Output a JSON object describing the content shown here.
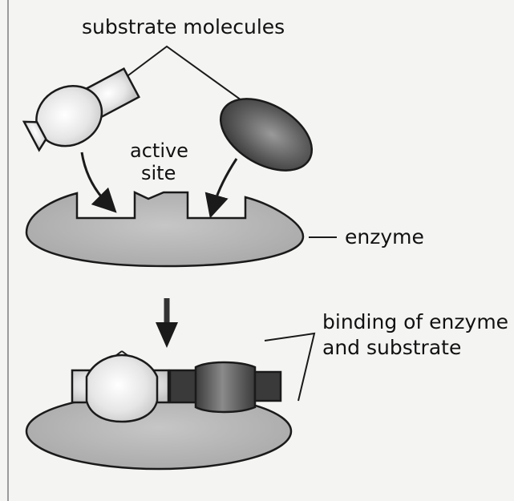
{
  "labels": {
    "substrate_molecules": "substrate molecules",
    "active_site_line1": "active",
    "active_site_line2": "site",
    "enzyme": "enzyme",
    "binding_line1": "binding of enzyme",
    "binding_line2": "and substrate"
  },
  "colors": {
    "background": "#f4f4f2",
    "enzyme_fill": "#b5b5b5",
    "outline": "#1a1a1a",
    "substrate_light": "#e2e2e2",
    "substrate_dark": "#555555"
  }
}
